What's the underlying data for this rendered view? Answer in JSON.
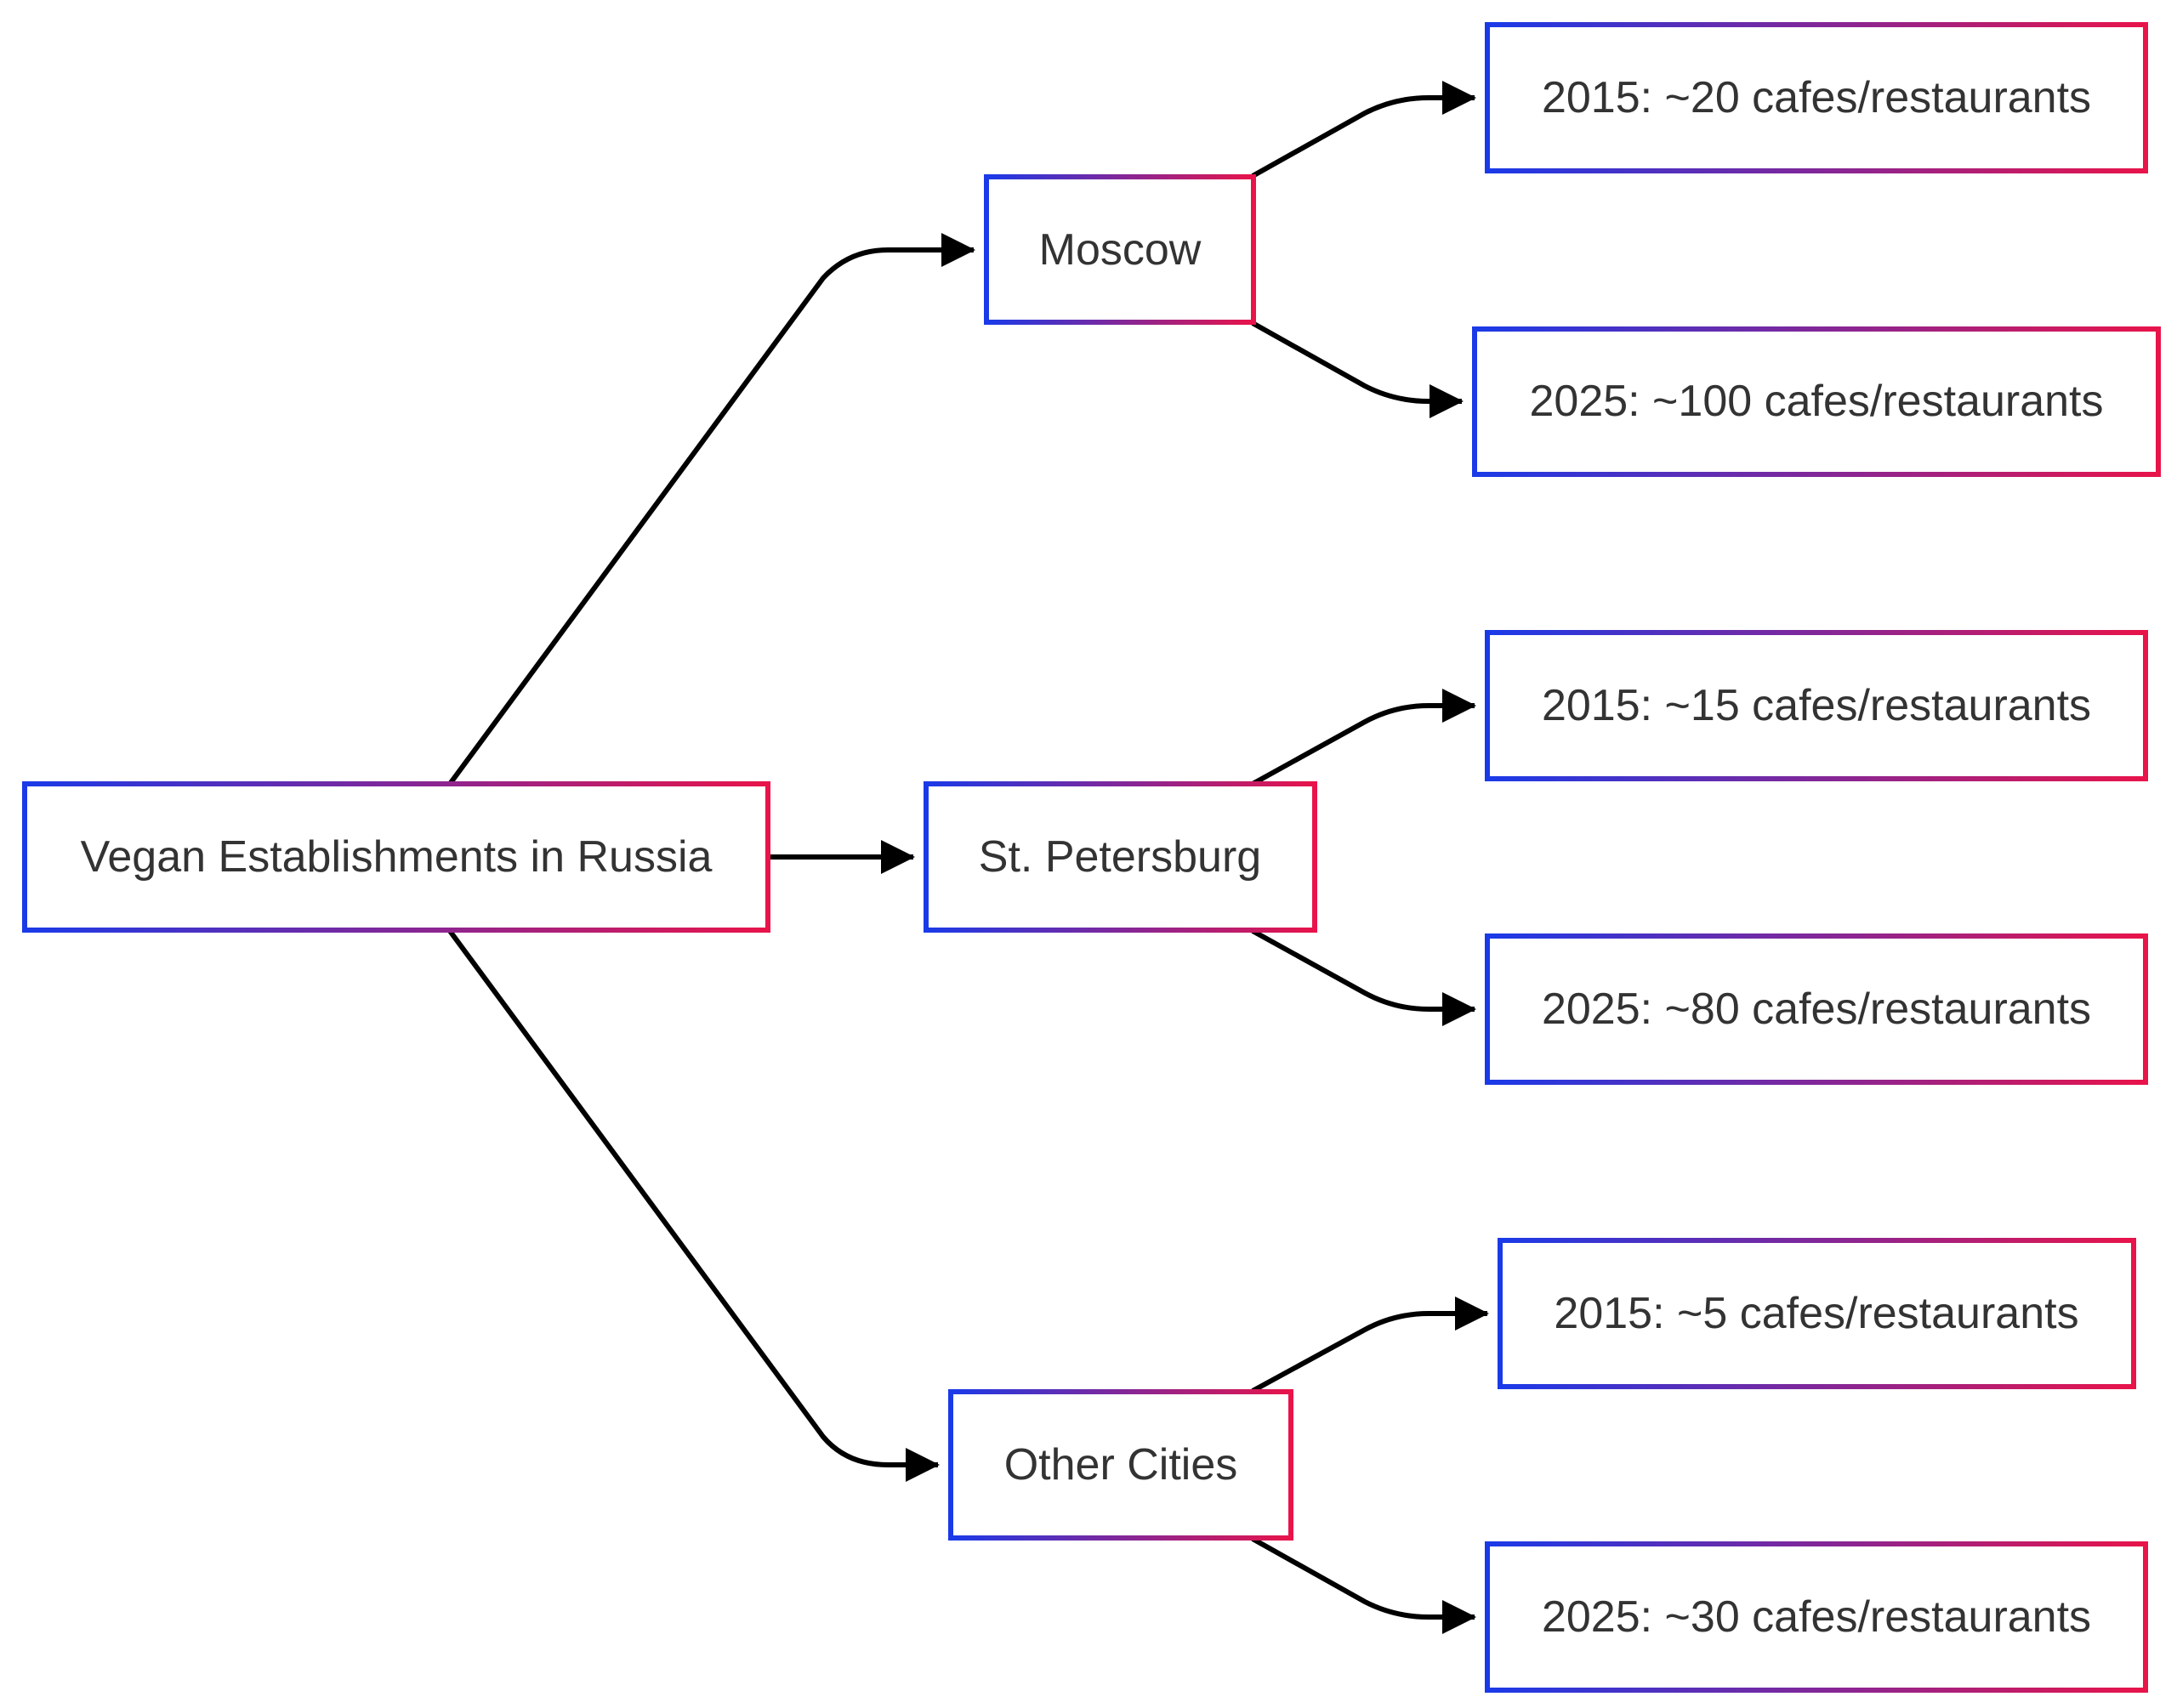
{
  "nodes": {
    "root": {
      "label": "Vegan Establishments in Russia"
    },
    "moscow": {
      "label": "Moscow"
    },
    "spb": {
      "label": "St. Petersburg"
    },
    "other": {
      "label": "Other Cities"
    },
    "moscow_2015": {
      "label": "2015: ~20 cafes/restaurants"
    },
    "moscow_2025": {
      "label": "2025: ~100 cafes/restaurants"
    },
    "spb_2015": {
      "label": "2015: ~15 cafes/restaurants"
    },
    "spb_2025": {
      "label": "2025: ~80 cafes/restaurants"
    },
    "other_2015": {
      "label": "2015: ~5 cafes/restaurants"
    },
    "other_2025": {
      "label": "2025: ~30 cafes/restaurants"
    }
  },
  "edges": [
    {
      "from": "root",
      "to": "moscow"
    },
    {
      "from": "root",
      "to": "spb"
    },
    {
      "from": "root",
      "to": "other"
    },
    {
      "from": "moscow",
      "to": "moscow_2015"
    },
    {
      "from": "moscow",
      "to": "moscow_2025"
    },
    {
      "from": "spb",
      "to": "spb_2015"
    },
    {
      "from": "spb",
      "to": "spb_2025"
    },
    {
      "from": "other",
      "to": "other_2015"
    },
    {
      "from": "other",
      "to": "other_2025"
    }
  ],
  "colors": {
    "border_start": "#1a3ae8",
    "border_end": "#e8144a",
    "edge": "#000000",
    "text": "#333333"
  }
}
